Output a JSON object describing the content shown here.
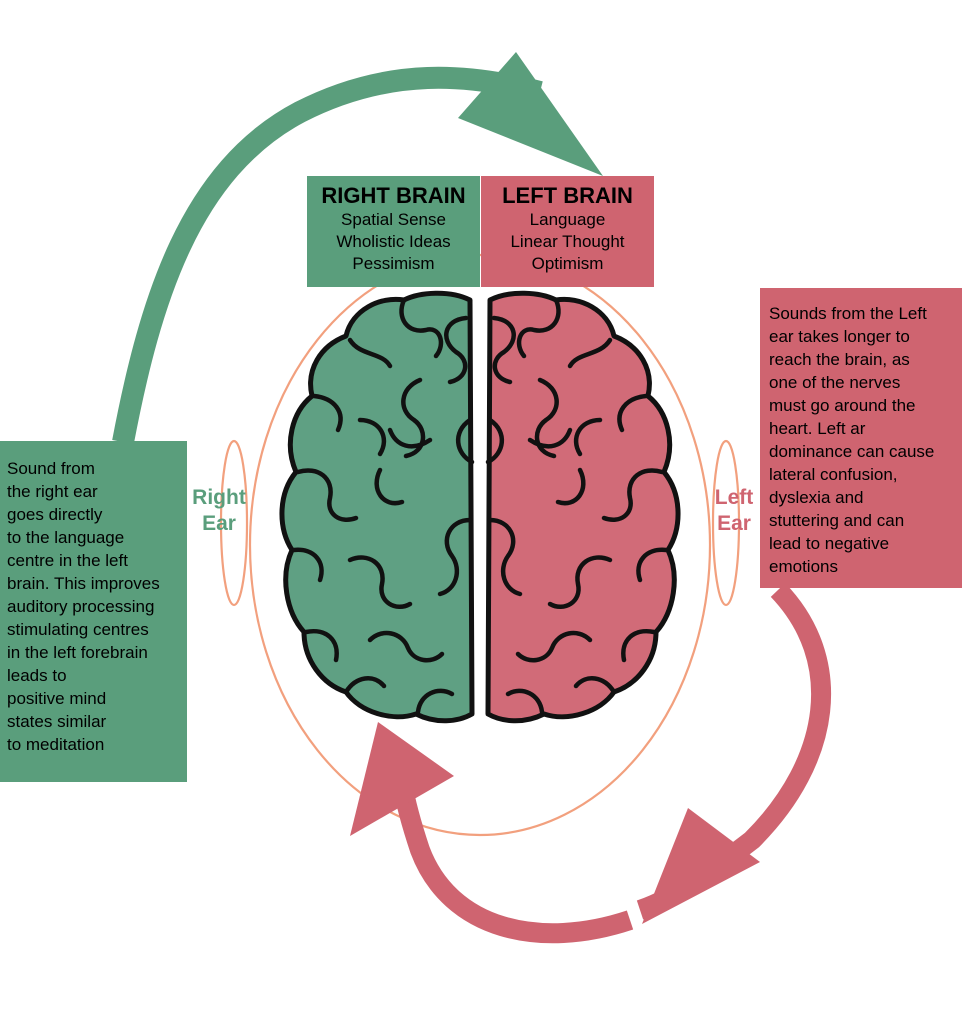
{
  "right_brain": {
    "title": "RIGHT BRAIN",
    "traits": [
      "Spatial Sense",
      "Wholistic Ideas",
      "Pessimism"
    ],
    "color": "#5a9e7c"
  },
  "left_brain": {
    "title": "LEFT BRAIN",
    "traits": [
      "Language",
      "Linear Thought",
      "Optimism"
    ],
    "color": "#cf6470"
  },
  "right_ear": {
    "label_lines": [
      "Right",
      "Ear"
    ],
    "note_lines": [
      "Sound from",
      "the right ear",
      "goes directly",
      "to the language",
      "centre in the left",
      "brain. This improves",
      "auditory processing",
      "stimulating centres",
      "in the left forebrain",
      "leads to",
      "positive mind",
      "states similar",
      "to meditation"
    ]
  },
  "left_ear": {
    "label_lines": [
      "Left",
      "Ear"
    ],
    "note_lines": [
      "Sounds from the Left",
      "ear takes longer to",
      "reach the brain, as",
      "one of the nerves",
      "must go around the",
      "heart. Left ar",
      "dominance can cause",
      "lateral confusion,",
      "dyslexia and",
      "stuttering and can",
      "lead to negative",
      "emotions"
    ]
  },
  "colors": {
    "green": "#5a9e7c",
    "red": "#cf6470",
    "head_outline": "#f2a07e",
    "brain_outline": "#111111"
  },
  "icons": [
    "head-outline",
    "brain-icon",
    "ear-icon",
    "curved-arrow"
  ]
}
